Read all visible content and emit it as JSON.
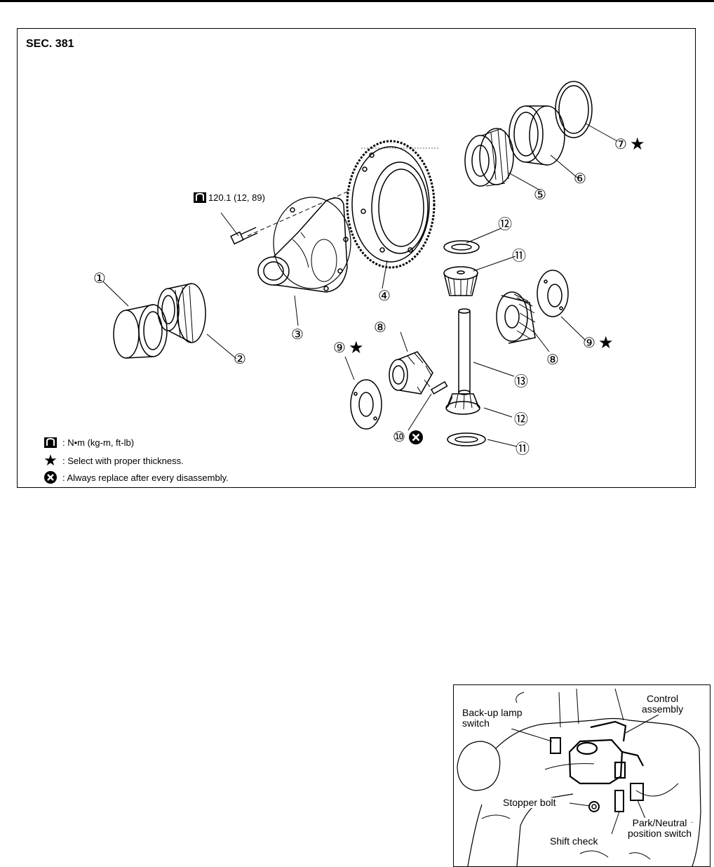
{
  "section": "SEC. 381",
  "torque_spec": "120.1 (12, 89)",
  "callouts": {
    "n1": "①",
    "n2": "②",
    "n3": "③",
    "n4": "④",
    "n5": "⑤",
    "n6": "⑥",
    "n7": "⑦",
    "n8a": "⑧",
    "n8b": "⑧",
    "n9a": "⑨",
    "n9b": "⑨",
    "n10": "⑩",
    "n11a": "⑪",
    "n11b": "⑪",
    "n12a": "⑫",
    "n12b": "⑫",
    "n13": "⑬"
  },
  "legend": {
    "torque": ": N•m  (kg-m,  ft-lb)",
    "star": ": Select with proper thickness.",
    "replace": ": Always replace after every disassembly."
  },
  "control_diagram": {
    "backup_lamp_switch": "Back-up lamp\nswitch",
    "control_assembly": "Control\nassembly",
    "stopper_bolt": "Stopper bolt",
    "shift_check": "Shift check",
    "park_neutral": "Park/Neutral\nposition switch"
  },
  "icons": [
    "torque-wrench-icon",
    "star-icon",
    "replace-x-icon"
  ]
}
